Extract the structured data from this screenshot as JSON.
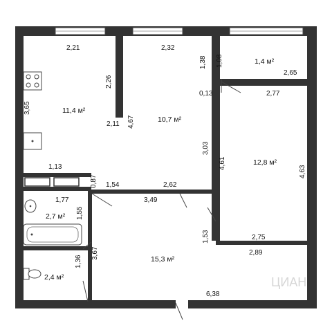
{
  "rooms": {
    "kitchen": {
      "area": "11,4 м²"
    },
    "room_middle": {
      "area": "10,7 м²"
    },
    "balcony": {
      "area": "1,4 м²"
    },
    "room_right": {
      "area": "12,8 м²"
    },
    "bathroom": {
      "area": "2,7 м²"
    },
    "toilet": {
      "area": "2,4 м²"
    },
    "hall": {
      "area": "15,3 м²"
    }
  },
  "dimensions": {
    "kitchen_top": "2,21",
    "middle_top": "2,32",
    "kitchen_partition_len": "2,26",
    "partition_end": "2,11",
    "middle_left_height": "4,67",
    "kitchen_height": "3,65",
    "kitchen_bottom": "1,13",
    "small_gap": "0,87",
    "hall_top_left": "1,54",
    "hall_top_right": "2,62",
    "middle_right_height": "3,03",
    "right_room_left_height": "4,61",
    "right_room_height": "4,63",
    "balcony_side_a": "1,38",
    "balcony_side_b": "1,08",
    "balcony_bottom": "2,65",
    "wall_thickness": "0,13",
    "right_room_top": "2,77",
    "bath_top": "1,77",
    "bath_height": "1,55",
    "hall_mid": "3,49",
    "hall_step": "1,53",
    "right_room_bottom": "2,75",
    "hall_right": "2,89",
    "toilet_height": "1,36",
    "hall_left_height": "3,67",
    "hall_bottom": "6,38"
  },
  "watermark": "ЦИАН"
}
